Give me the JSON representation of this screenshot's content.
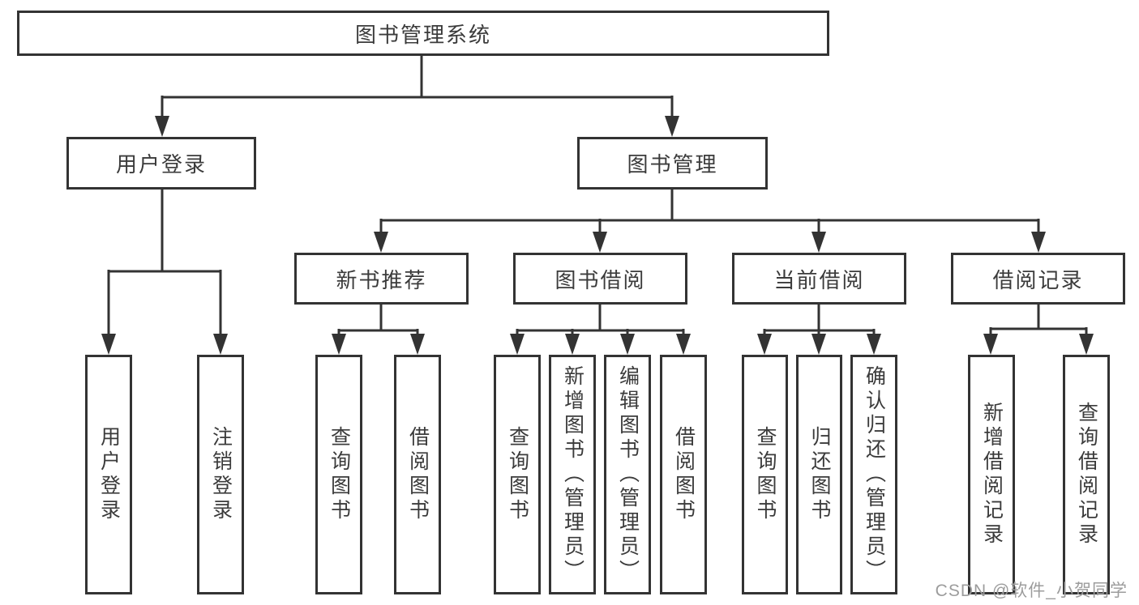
{
  "diagram": {
    "root": {
      "label": "图书管理系统"
    },
    "branches": [
      {
        "label": "用户登录",
        "children": [
          {
            "label": "用户登录"
          },
          {
            "label": "注销登录"
          }
        ]
      },
      {
        "label": "图书管理",
        "children": [
          {
            "label": "新书推荐",
            "children": [
              {
                "label": "查询图书"
              },
              {
                "label": "借阅图书"
              }
            ]
          },
          {
            "label": "图书借阅",
            "children": [
              {
                "label": "查询图书"
              },
              {
                "label": "新增图书（管理员）"
              },
              {
                "label": "编辑图书（管理员）"
              },
              {
                "label": "借阅图书"
              }
            ]
          },
          {
            "label": "当前借阅",
            "children": [
              {
                "label": "查询图书"
              },
              {
                "label": "归还图书"
              },
              {
                "label": "确认归还（管理员）"
              }
            ]
          },
          {
            "label": "借阅记录",
            "children": [
              {
                "label": "新增借阅记录"
              },
              {
                "label": "查询借阅记录"
              }
            ]
          }
        ]
      }
    ]
  },
  "watermark": {
    "text": "CSDN @软件_小贺同学"
  },
  "colors": {
    "line": "#333333",
    "text": "#3b3b3b",
    "watermark": "#9c9c9c",
    "background": "#ffffff"
  }
}
